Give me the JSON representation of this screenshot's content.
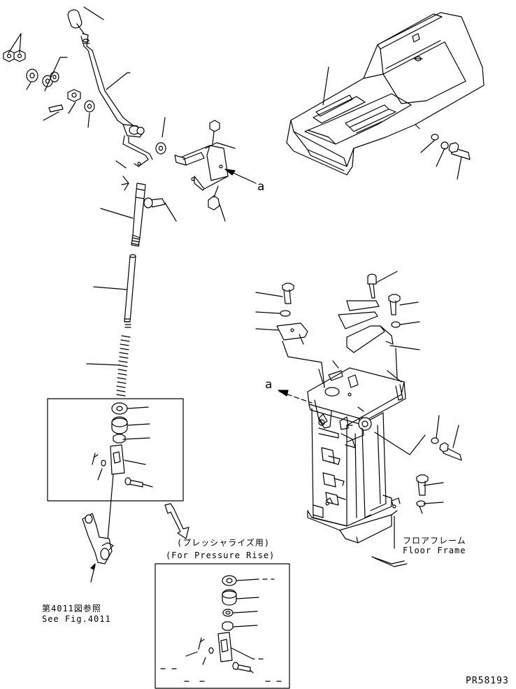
{
  "callouts": {
    "view_mark_upper": "a",
    "view_mark_lower": "a"
  },
  "pressure_rise": {
    "title_jp": "(プレッシャライズ用)",
    "title_en": "(For Pressure Rise)"
  },
  "floor_frame": {
    "jp": "フロアフレーム",
    "en": "Floor Frame"
  },
  "see_fig": {
    "jp": "第4011図参照",
    "en": "See Fig.4011"
  },
  "drawing_number": "PR58193"
}
